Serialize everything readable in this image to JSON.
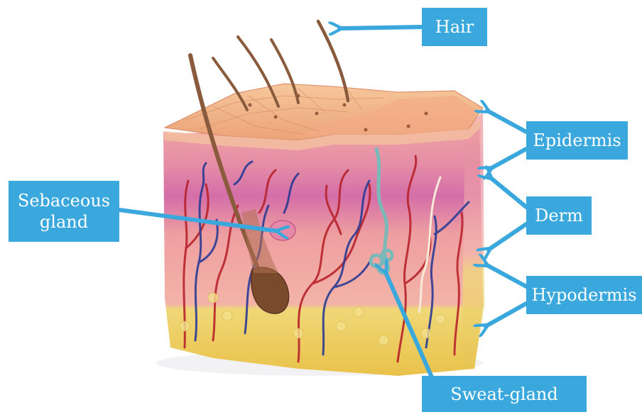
{
  "diagram": {
    "labels": {
      "hair": "Hair",
      "epidermis": "Epidermis",
      "derm": "Derm",
      "hypodermis": "Hypodermis",
      "sebaceous_line1": "Sebaceous",
      "sebaceous_line2": "gland",
      "sweat_gland": "Sweat-gland"
    },
    "colors": {
      "label_bg": "#3aa8dc",
      "label_text": "#ffffff",
      "arrow": "#3aa8dc",
      "epidermis_top": "#f3b889",
      "derm": "#f09aa0",
      "hypodermis": "#ecd55a",
      "vein": "#2c3b93",
      "artery": "#b8232b",
      "hair": "#8a5a3c"
    }
  }
}
